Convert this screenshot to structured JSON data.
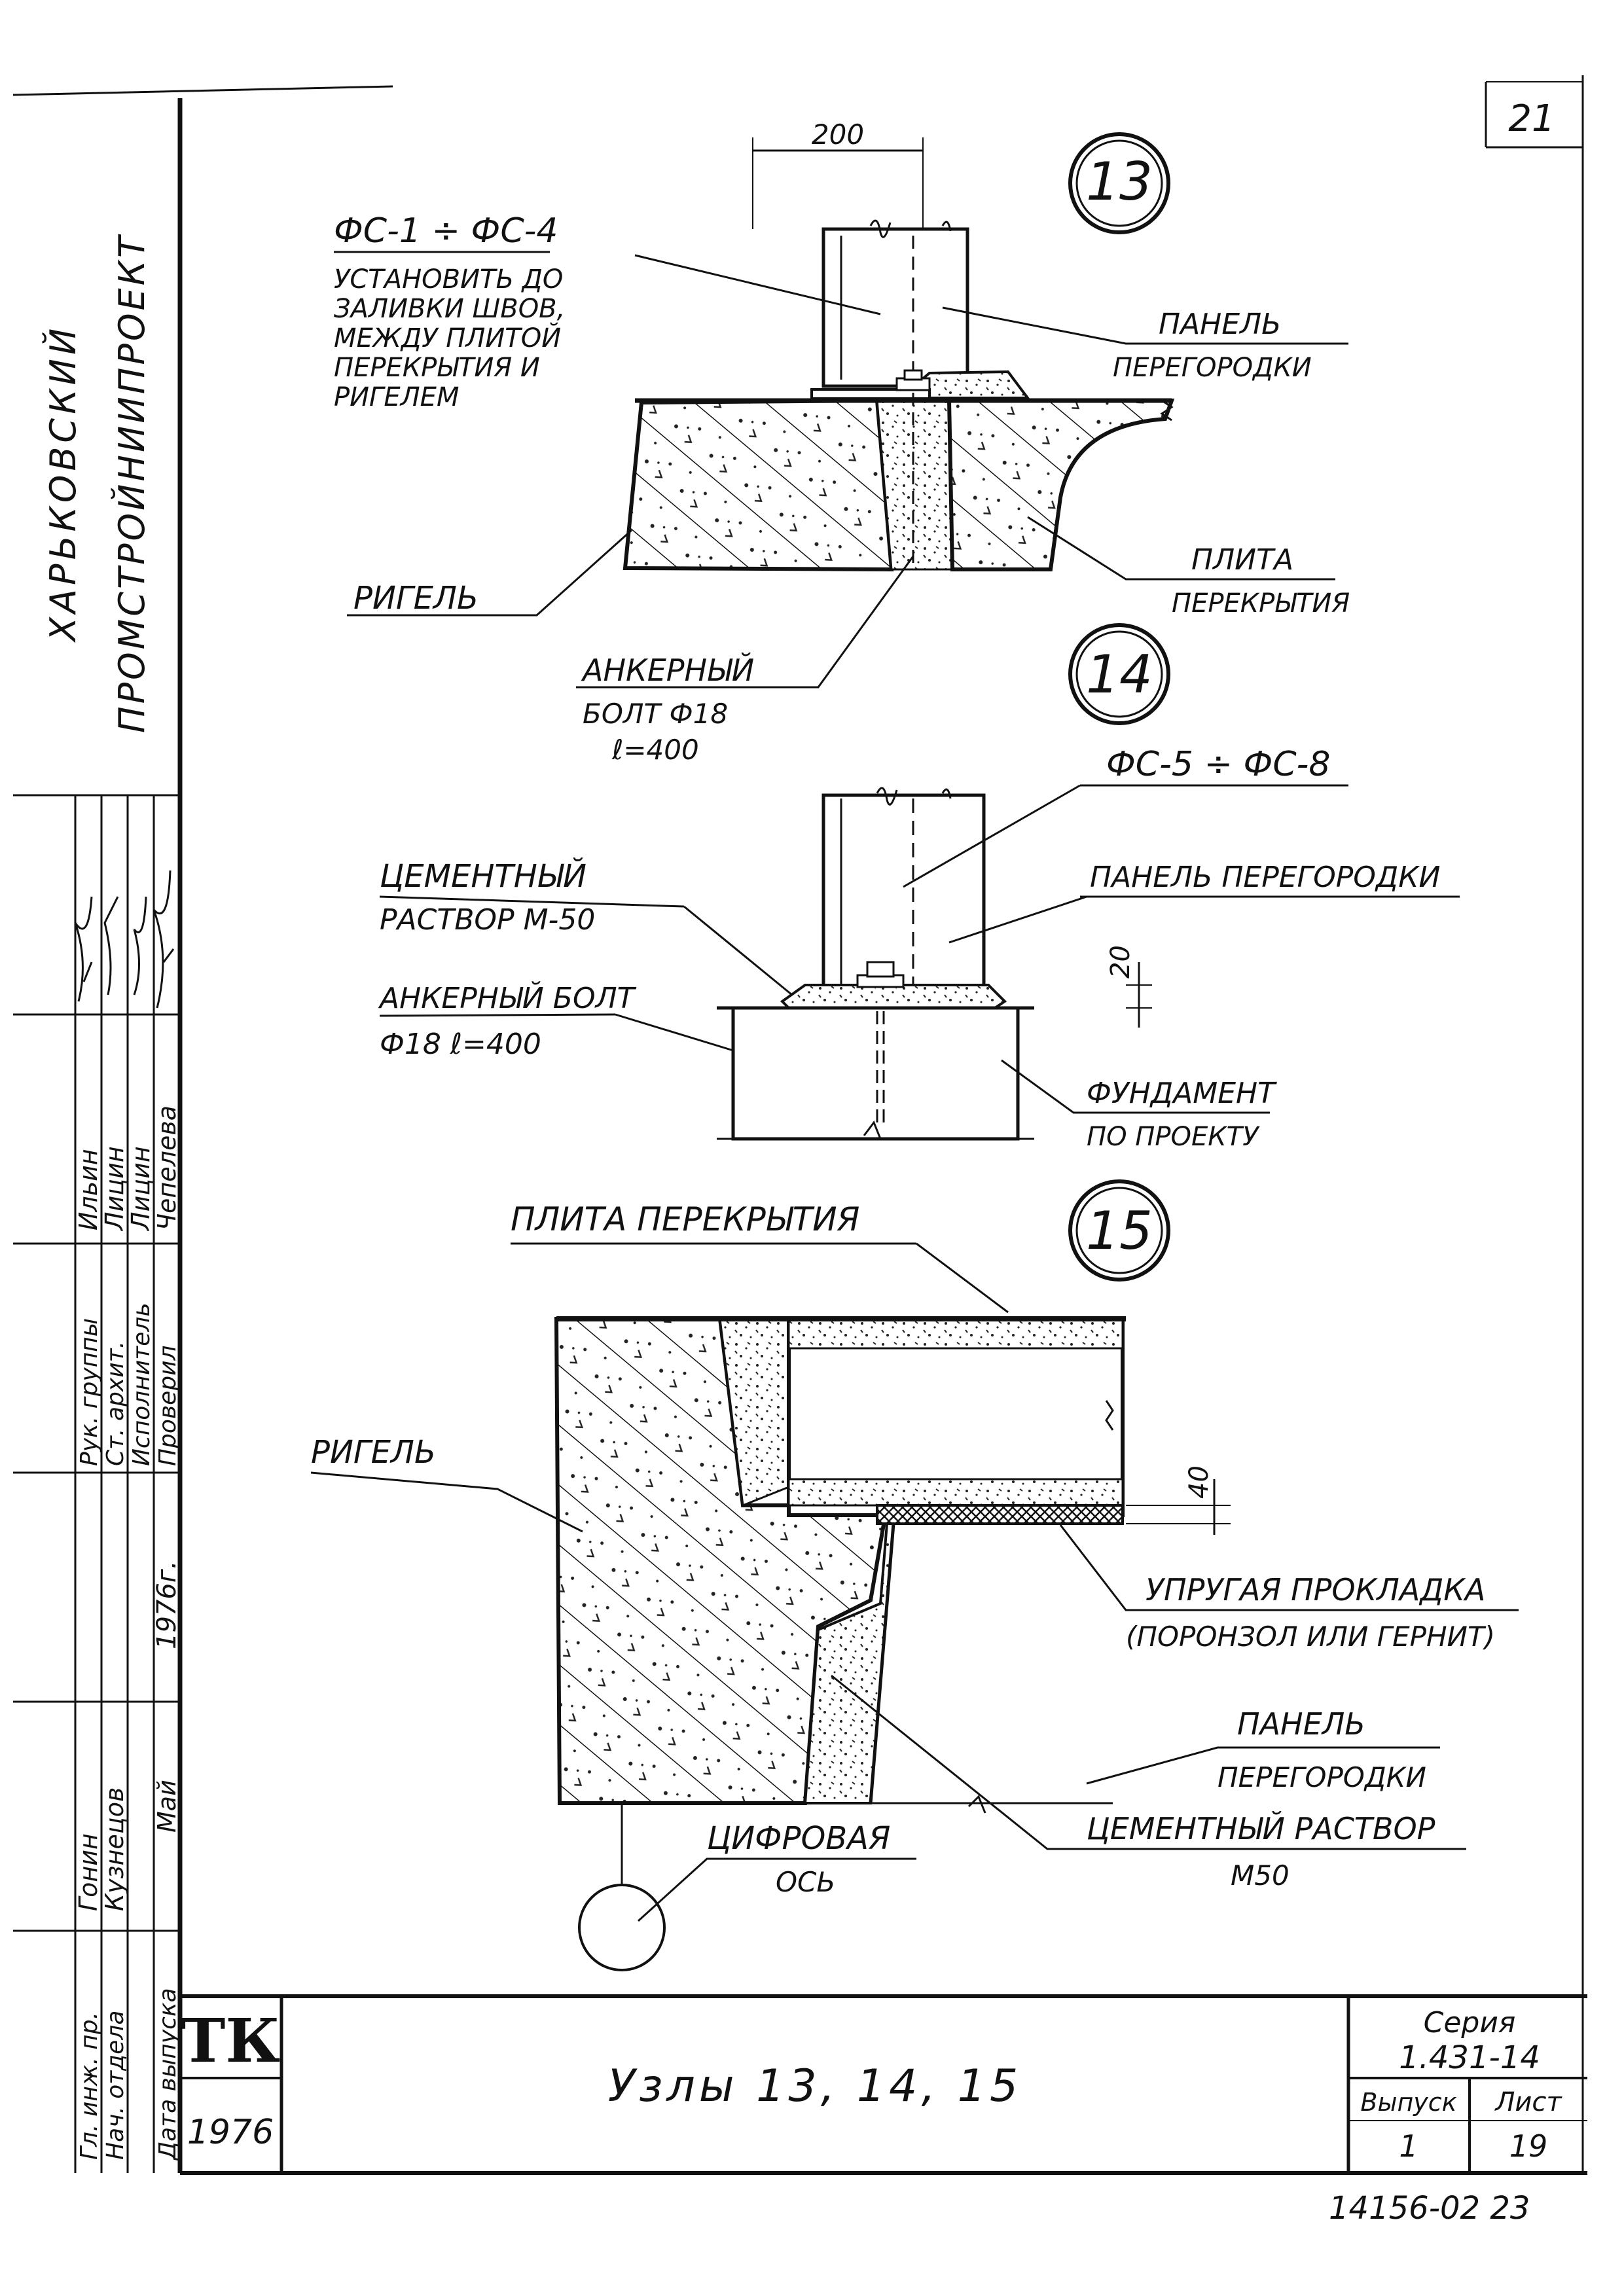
{
  "page_number": "21",
  "organization": [
    "ХАРЬКОВСКИЙ",
    "ПРОМСТРОЙНИИПРОЕКТ"
  ],
  "signatures": {
    "roles": [
      "Рук. группы",
      "Ст. архит.",
      "Исполнитель",
      "Проверил"
    ],
    "names": [
      "Ильин",
      "Лицин",
      "Лицин",
      "Чепелева"
    ],
    "lower_roles": [
      "Гл. инж. пр.",
      "Нач. отдела",
      "Дата выпуска"
    ],
    "lower_names": [
      "Гонин",
      "Кузнецов",
      "Май"
    ],
    "year": "1976г."
  },
  "node13": {
    "number": "13",
    "dimension": "200",
    "label_fs": "ФС-1 ÷ ФС-4",
    "note": [
      "УСТАНОВИТЬ ДО",
      "ЗАЛИВКИ ШВОВ,",
      "МЕЖДУ ПЛИТОЙ",
      "ПЕРЕКРЫТИЯ И",
      "РИГЕЛЕМ"
    ],
    "panel": [
      "ПАНЕЛЬ",
      "ПЕРЕГОРОДКИ"
    ],
    "slab": [
      "ПЛИТА",
      "ПЕРЕКРЫТИЯ"
    ],
    "beam": "РИГЕЛЬ",
    "bolt": [
      "АНКЕРНЫЙ",
      "БОЛТ Ф18",
      "ℓ=400"
    ]
  },
  "node14": {
    "number": "14",
    "label_fs": "ФС-5 ÷ ФС-8",
    "mortar": [
      "ЦЕМЕНТНЫЙ",
      "РАСТВОР М-50"
    ],
    "panel": "ПАНЕЛЬ ПЕРЕГОРОДКИ",
    "dimension": "20",
    "bolt": [
      "АНКЕРНЫЙ БОЛТ",
      "Ф18 ℓ=400"
    ],
    "foundation": [
      "ФУНДАМЕНТ",
      "ПО ПРОЕКТУ"
    ]
  },
  "node15": {
    "number": "15",
    "slab": "ПЛИТА ПЕРЕКРЫТИЯ",
    "beam": "РИГЕЛЬ",
    "dimension": "40",
    "gasket": [
      "УПРУГАЯ ПРОКЛАДКА",
      "(ПОРОНЗОЛ ИЛИ ГЕРНИТ)"
    ],
    "panel": [
      "ПАНЕЛЬ",
      "ПЕРЕГОРОДКИ"
    ],
    "mortar": [
      "ЦЕМЕНТНЫЙ РАСТВОР",
      "М50"
    ],
    "axis": [
      "ЦИФРОВАЯ",
      "ОСЬ"
    ]
  },
  "title_block": {
    "logo": "ТК",
    "year": "1976",
    "title": "Узлы 13, 14, 15",
    "series_label": "Серия",
    "series_value": "1.431-14",
    "issue_label": "Выпуск",
    "issue_value": "1",
    "sheet_label": "Лист",
    "sheet_value": "19"
  },
  "archive_number": "14156-02 23"
}
